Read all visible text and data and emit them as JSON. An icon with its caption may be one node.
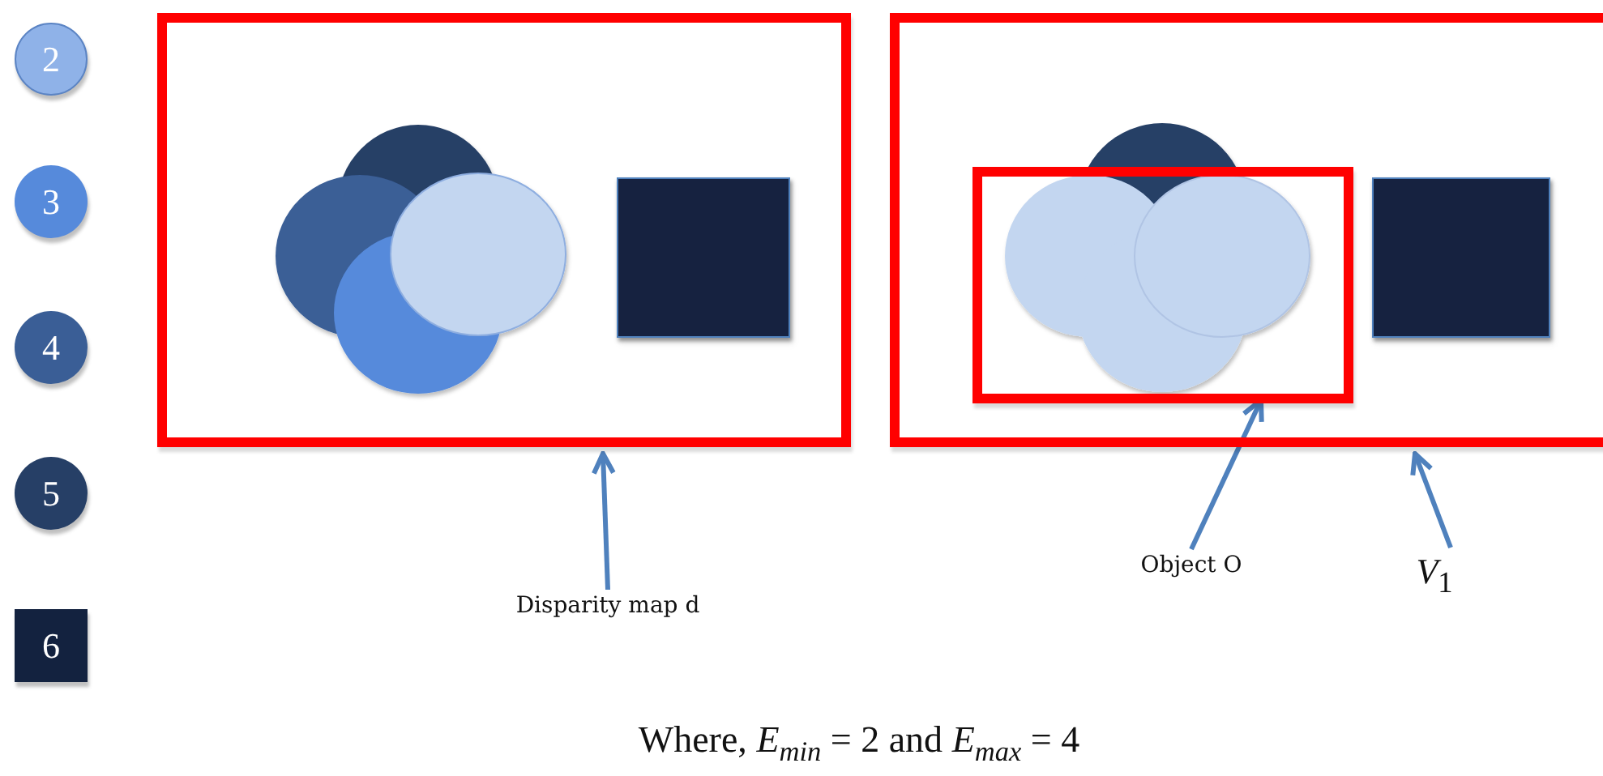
{
  "diagram": {
    "caption": "Where, *E*$_{min}$ = 2 and *E*$_{max}$ = 4",
    "nodes": [
      {
        "text": [
          "2"
        ]
      },
      {
        "text": [
          "3"
        ]
      },
      {
        "text": [
          "4"
        ]
      },
      {
        "text": [
          "5"
        ]
      },
      {
        "text": [
          "6"
        ]
      },
      {
        "text": [],
        "shape": "box"
      },
      {
        "text": [
          "Disparity map d"
        ]
      },
      {
        "text": [],
        "shape": "box"
      },
      {
        "text": [],
        "shape": "box",
        "in": 7
      },
      {
        "text": [
          "Object O"
        ]
      },
      {
        "text": [
          "*V*$_{1}$"
        ]
      }
    ],
    "edges": [
      {
        "from": 6,
        "to": 5,
        "arrow": "to"
      },
      {
        "from": 9,
        "to": 8,
        "arrow": "to"
      },
      {
        "from": 10,
        "to": 7,
        "arrow": "to"
      }
    ]
  }
}
